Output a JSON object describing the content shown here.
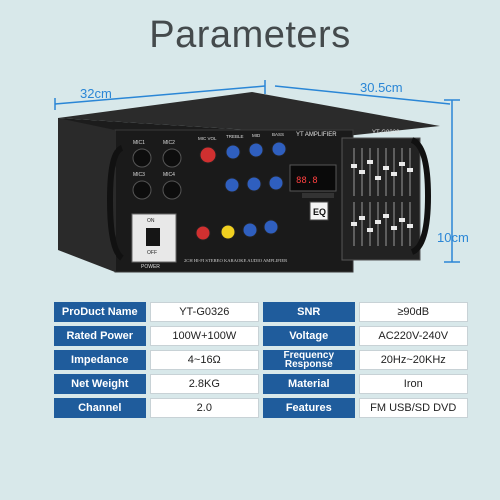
{
  "title": "Parameters",
  "dimensions": {
    "width": "32cm",
    "depth": "30.5cm",
    "height": "10cm"
  },
  "device": {
    "panel_label": "YT AMPLIFIER",
    "model_label": "YT-G0326",
    "power_label": "POWER",
    "power_on": "ON",
    "power_off": "OFF",
    "mic_labels": [
      "MIC1",
      "MIC2",
      "MIC3",
      "MIC4"
    ],
    "knob_labels_top": [
      "MIC VOL",
      "TREBLE",
      "MID",
      "BASS"
    ],
    "eq_badge": "EQ",
    "footer_text": "2CH HI-FI STEREO KARAOKE AUDIO AMPLIFIER"
  },
  "specs": [
    {
      "label1": "ProDuct Name",
      "value1": "YT-G0326",
      "label2": "SNR",
      "value2": "≥90dB"
    },
    {
      "label1": "Rated Power",
      "value1": "100W+100W",
      "label2": "Voltage",
      "value2": "AC220V-240V"
    },
    {
      "label1": "Impedance",
      "value1": "4~16Ω",
      "label2": "Frequency Response",
      "value2": "20Hz~20KHz"
    },
    {
      "label1": "Net Weight",
      "value1": "2.8KG",
      "label2": "Material",
      "value2": "Iron"
    },
    {
      "label1": "Channel",
      "value1": "2.0",
      "label2": "Features",
      "value2": "FM USB/SD DVD"
    }
  ],
  "colors": {
    "label_bg": "#1f5c9c",
    "dimension_color": "#2a86d6",
    "background": "#d8e8ea"
  }
}
